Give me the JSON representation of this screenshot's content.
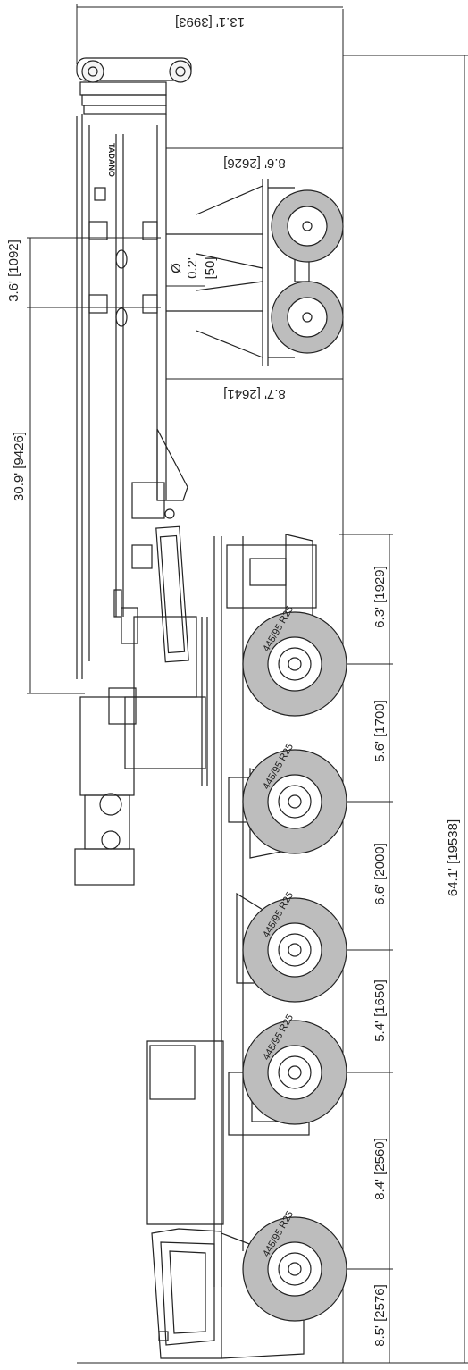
{
  "diagram": {
    "brand_label": "TADANO",
    "dimensions": {
      "overall_length": "64.1' [19538]",
      "boom_length": "30.9' [9426]",
      "top_width": "13.1' [3993]",
      "trailer_width_a": "8.6' [2626]",
      "trailer_width_b": "8.7' [2641]",
      "pin_spacing": "3.6' [1092]",
      "pin_diameter_a": "Ø",
      "pin_diameter_b": "0.2'",
      "pin_diameter_c": "[50]",
      "axle_1": "6.3' [1929]",
      "axle_2": "5.6' [1700]",
      "axle_3": "6.6' [2000]",
      "axle_4": "5.4' [1650]",
      "axle_5": "8.4' [2560]",
      "axle_6": "8.5' [2576]"
    },
    "tire_label": "445/95 R25",
    "colors": {
      "line": "#222222",
      "tire_fill": "#bdbdbd",
      "background": "#ffffff"
    }
  }
}
